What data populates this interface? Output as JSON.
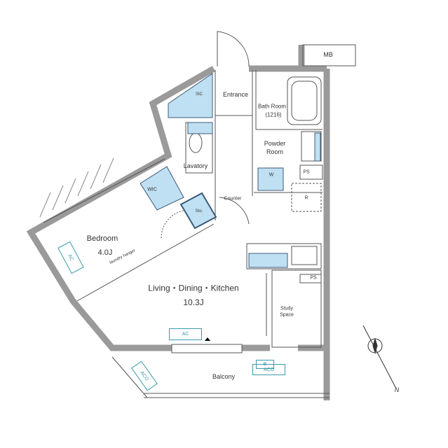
{
  "rooms": {
    "mb": "MB",
    "sic": "SIC",
    "entrance": "Entrance",
    "bath_room": "Bath Room",
    "bath_size": "(1216)",
    "powder_room_1": "Powder",
    "powder_room_2": "Room",
    "washer": "W",
    "ps_upper": "PS",
    "refrigerator": "R",
    "lavatory": "Lavatory",
    "wic": "WIC",
    "counter": "Counter",
    "storage": "Sto.",
    "bedroom": "Bedroom",
    "bedroom_size": "4.0J",
    "laundry_hanger": "laundry hanger",
    "bedroom_ac": "AC",
    "ldk": "Living・Dining・Kitchen",
    "ldk_size": "10.3J",
    "ps_lower": "PS",
    "study_1": "Study",
    "study_2": "Space",
    "ldk_ac": "AC",
    "balcony": "Balcony",
    "balcony_b": "B",
    "aco_left": "ACO",
    "aco_right": "ACO",
    "compass_n": "N"
  },
  "colors": {
    "wall": "#9a9a9a",
    "fixture_fill": "#bfe0f2",
    "ac_outline": "#3a9aa8"
  }
}
